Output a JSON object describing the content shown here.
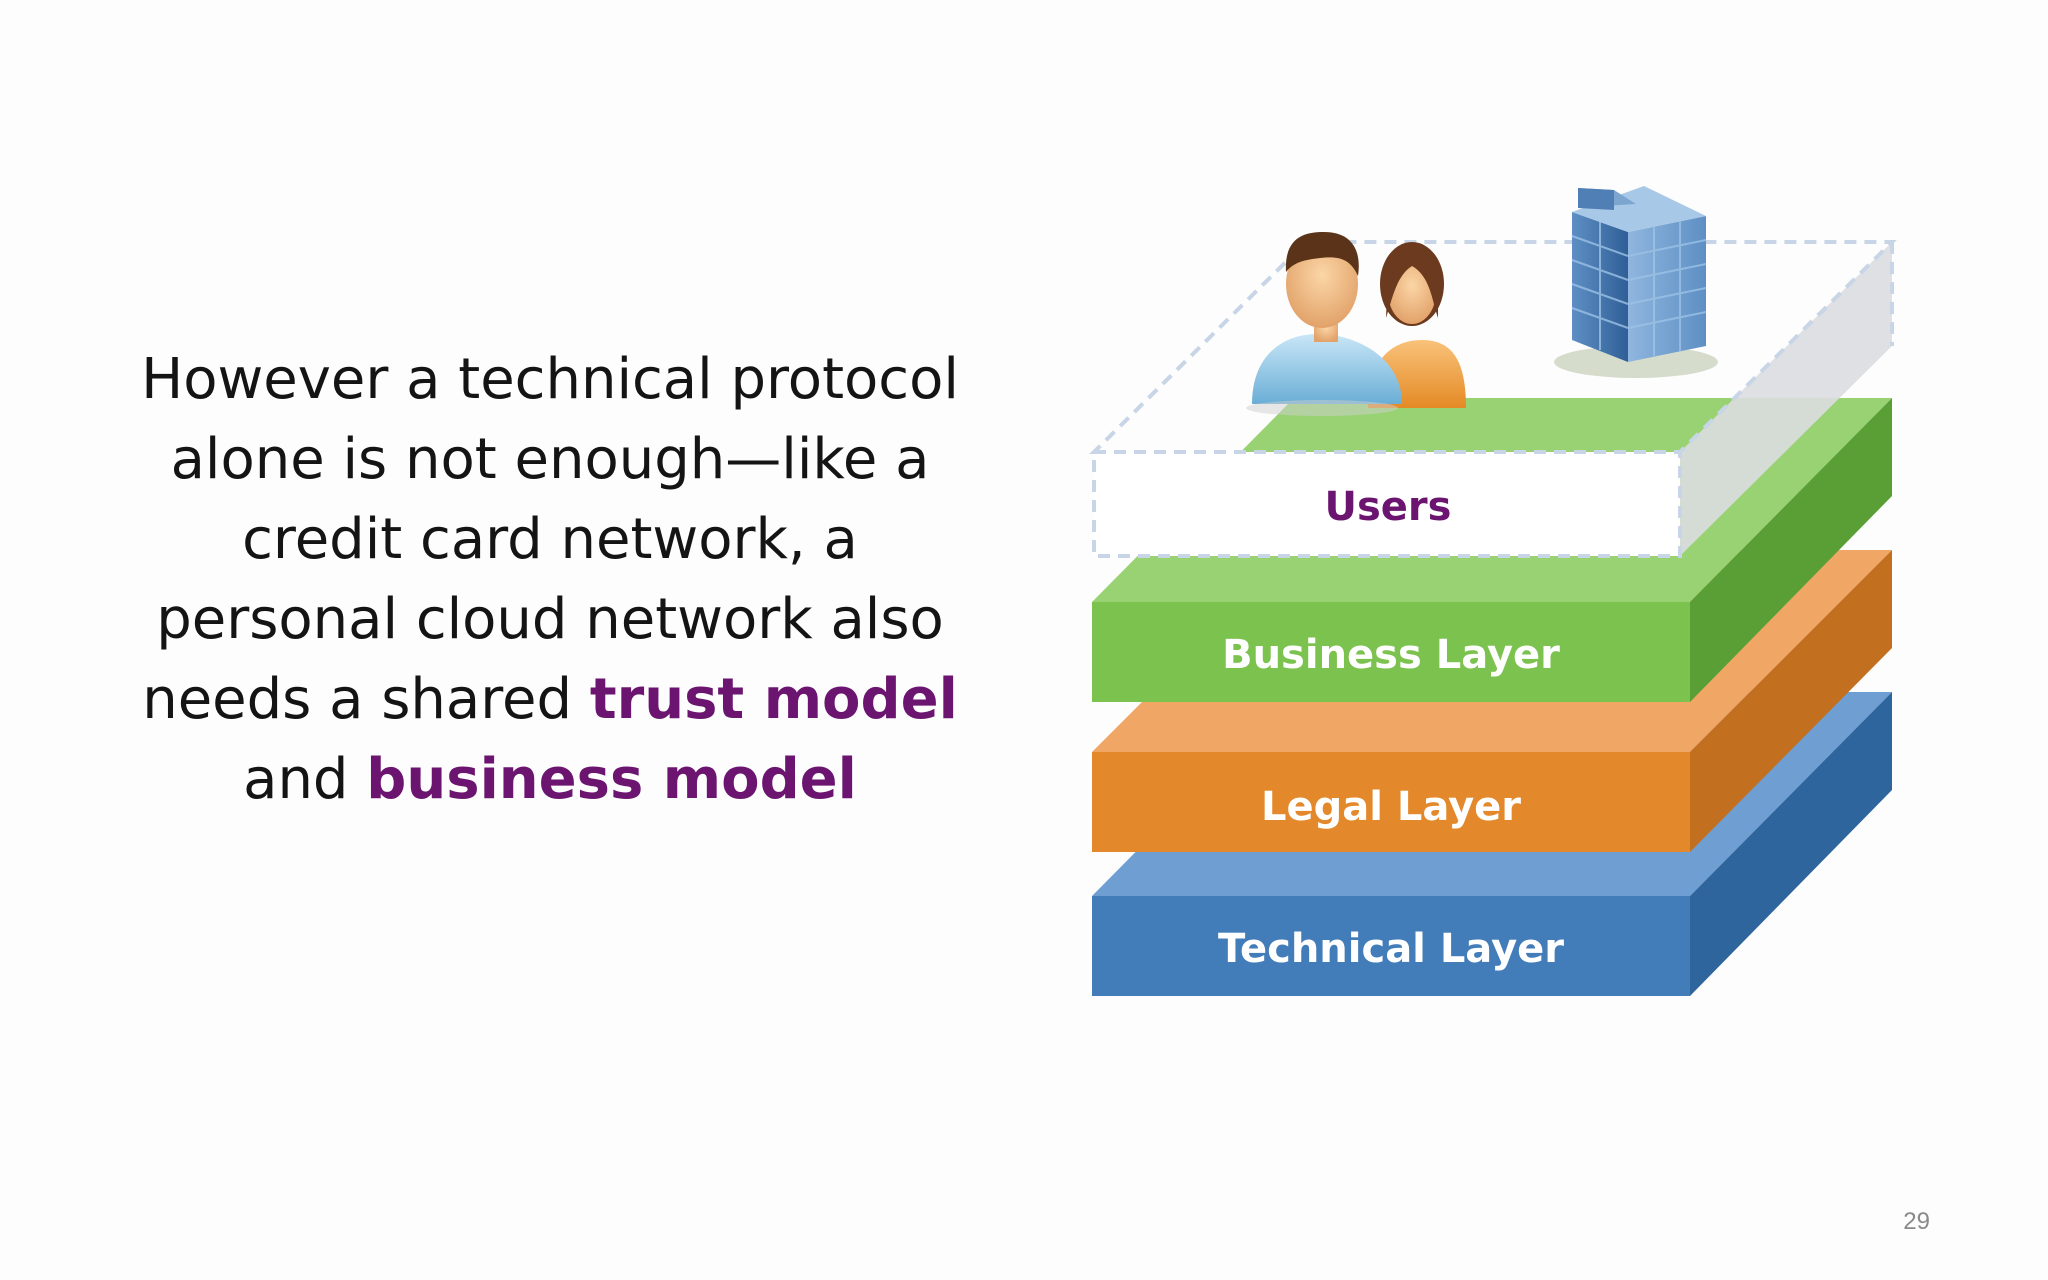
{
  "text_block": {
    "line1": "However a technical protocol",
    "line2": "alone is not enough—like a",
    "line3": "credit card network, a",
    "line4": "personal cloud network also",
    "line5_prefix": "needs a shared ",
    "line5_highlight": "trust model",
    "line6_prefix": "and ",
    "line6_highlight": "business model"
  },
  "diagram": {
    "layers": [
      {
        "label": "Users",
        "text_color": "#6b1470"
      },
      {
        "label": "Business Layer",
        "front": "#7cc24f",
        "top": "#98d273",
        "side": "#5a9e36",
        "text_color": "#ffffff"
      },
      {
        "label": "Legal Layer",
        "front": "#e3892c",
        "top": "#f0a766",
        "side": "#c26f1f",
        "text_color": "#ffffff"
      },
      {
        "label": "Technical Layer",
        "front": "#427db9",
        "top": "#6f9fd2",
        "side": "#2f659d",
        "text_color": "#ffffff"
      }
    ],
    "icons": [
      "users-icon",
      "building-icon"
    ]
  },
  "page_number": "29",
  "colors": {
    "highlight": "#6b1470",
    "dashed_outline": "#c7d5e6"
  }
}
